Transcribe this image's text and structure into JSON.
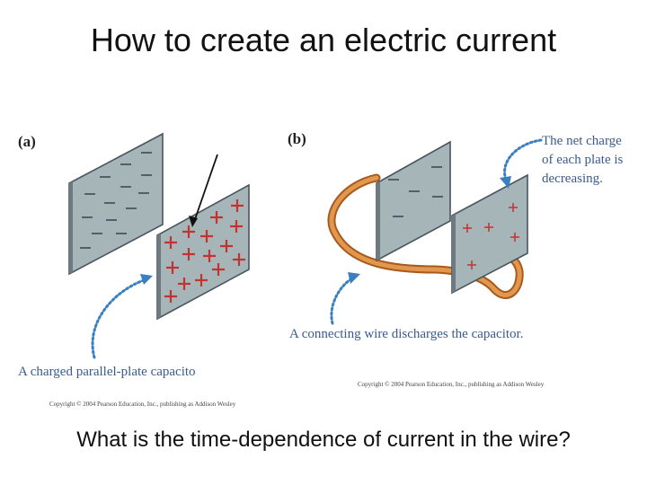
{
  "title": "How to create an electric current",
  "question": "What is the time-dependence of current in the wire?",
  "panel_a": {
    "label": "(a)",
    "caption": "A charged parallel-plate capacito",
    "copyright": "Copyright © 2004 Pearson Education, Inc., publishing as Addison Wesley"
  },
  "panel_b": {
    "label": "(b)",
    "note_line1": "The net charge",
    "note_line2": "of each plate is",
    "note_line3": "decreasing.",
    "caption": "A connecting wire discharges the capacitor.",
    "copyright": "Copyright © 2004 Pearson Education, Inc., publishing as Addison Wesley"
  },
  "colors": {
    "plate": "#a6b5b7",
    "positive_charge": "#c53030",
    "negative_charge": "#2e3d44",
    "wire": "#e2974e",
    "caption_text": "#3a5a8c",
    "arrow": "#3a7fc0"
  }
}
